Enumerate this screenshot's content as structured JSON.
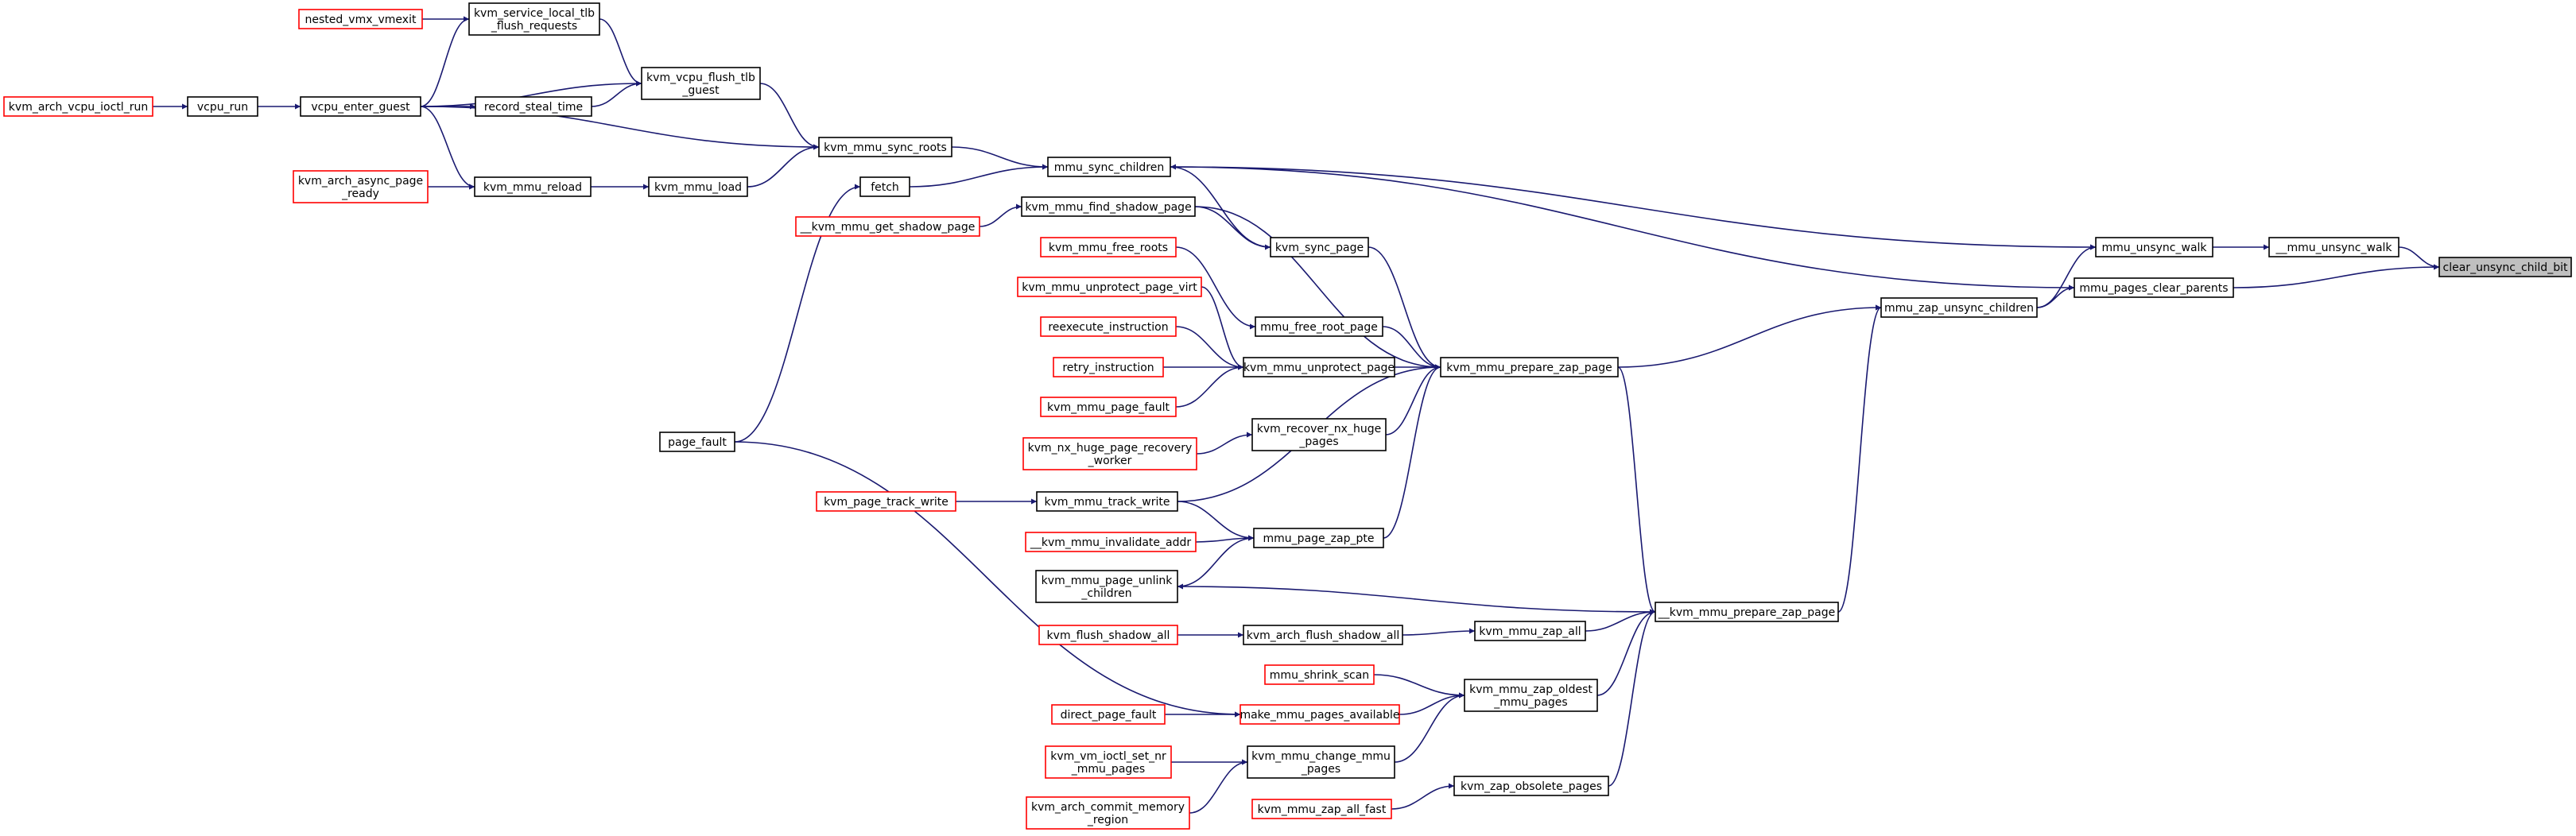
{
  "colors": {
    "edge": "#191970",
    "node_border_black": "#000000",
    "node_border_red": "#ff0000",
    "node_fill": "#ffffff",
    "root_fill": "#bfbfbf",
    "text": "#000000"
  },
  "nodes": [
    {
      "id": "clear_unsync_child_bit",
      "lines": [
        "clear_unsync_child_bit"
      ],
      "style": "root"
    },
    {
      "id": "__mmu_unsync_walk",
      "lines": [
        "__mmu_unsync_walk"
      ],
      "style": "black"
    },
    {
      "id": "mmu_unsync_walk",
      "lines": [
        "mmu_unsync_walk"
      ],
      "style": "black"
    },
    {
      "id": "mmu_pages_clear_parents",
      "lines": [
        "mmu_pages_clear_parents"
      ],
      "style": "black"
    },
    {
      "id": "mmu_zap_unsync_children",
      "lines": [
        "mmu_zap_unsync_children"
      ],
      "style": "black"
    },
    {
      "id": "mmu_sync_children",
      "lines": [
        "mmu_sync_children"
      ],
      "style": "black"
    },
    {
      "id": "kvm_mmu_sync_roots",
      "lines": [
        "kvm_mmu_sync_roots"
      ],
      "style": "black"
    },
    {
      "id": "fetch",
      "lines": [
        "fetch"
      ],
      "style": "black"
    },
    {
      "id": "kvm_mmu_find_shadow_page",
      "lines": [
        "kvm_mmu_find_shadow_page"
      ],
      "style": "black"
    },
    {
      "id": "kvm_sync_page",
      "lines": [
        "kvm_sync_page"
      ],
      "style": "black"
    },
    {
      "id": "kvm_vcpu_flush_tlb_guest",
      "lines": [
        "kvm_vcpu_flush_tlb",
        "_guest"
      ],
      "style": "black"
    },
    {
      "id": "kvm_service_local_tlb_flush_requests",
      "lines": [
        "kvm_service_local_tlb",
        "_flush_requests"
      ],
      "style": "black"
    },
    {
      "id": "nested_vmx_vmexit",
      "lines": [
        "nested_vmx_vmexit"
      ],
      "style": "red"
    },
    {
      "id": "vcpu_enter_guest",
      "lines": [
        "vcpu_enter_guest"
      ],
      "style": "black"
    },
    {
      "id": "record_steal_time",
      "lines": [
        "record_steal_time"
      ],
      "style": "black"
    },
    {
      "id": "vcpu_run",
      "lines": [
        "vcpu_run"
      ],
      "style": "black"
    },
    {
      "id": "kvm_arch_vcpu_ioctl_run",
      "lines": [
        "kvm_arch_vcpu_ioctl_run"
      ],
      "style": "red"
    },
    {
      "id": "kvm_mmu_reload",
      "lines": [
        "kvm_mmu_reload"
      ],
      "style": "black"
    },
    {
      "id": "kvm_mmu_load",
      "lines": [
        "kvm_mmu_load"
      ],
      "style": "black"
    },
    {
      "id": "kvm_arch_async_page_ready",
      "lines": [
        "kvm_arch_async_page",
        "_ready"
      ],
      "style": "red"
    },
    {
      "id": "page_fault",
      "lines": [
        "page_fault"
      ],
      "style": "black"
    },
    {
      "id": "__kvm_mmu_get_shadow_page",
      "lines": [
        "__kvm_mmu_get_shadow_page"
      ],
      "style": "red"
    },
    {
      "id": "kvm_mmu_prepare_zap_page",
      "lines": [
        "kvm_mmu_prepare_zap_page"
      ],
      "style": "black"
    },
    {
      "id": "kvm_mmu_free_roots",
      "lines": [
        "kvm_mmu_free_roots"
      ],
      "style": "red"
    },
    {
      "id": "mmu_free_root_page",
      "lines": [
        "mmu_free_root_page"
      ],
      "style": "black"
    },
    {
      "id": "kvm_mmu_unprotect_page_virt",
      "lines": [
        "kvm_mmu_unprotect_page_virt"
      ],
      "style": "red"
    },
    {
      "id": "reexecute_instruction",
      "lines": [
        "reexecute_instruction"
      ],
      "style": "red"
    },
    {
      "id": "retry_instruction",
      "lines": [
        "retry_instruction"
      ],
      "style": "red"
    },
    {
      "id": "kvm_mmu_page_fault",
      "lines": [
        "kvm_mmu_page_fault"
      ],
      "style": "red"
    },
    {
      "id": "kvm_mmu_unprotect_page",
      "lines": [
        "kvm_mmu_unprotect_page"
      ],
      "style": "black"
    },
    {
      "id": "kvm_recover_nx_huge_pages",
      "lines": [
        "kvm_recover_nx_huge",
        "_pages"
      ],
      "style": "black"
    },
    {
      "id": "kvm_nx_huge_page_recovery_worker",
      "lines": [
        "kvm_nx_huge_page_recovery",
        "_worker"
      ],
      "style": "red"
    },
    {
      "id": "kvm_page_track_write",
      "lines": [
        "kvm_page_track_write"
      ],
      "style": "red"
    },
    {
      "id": "kvm_mmu_track_write",
      "lines": [
        "kvm_mmu_track_write"
      ],
      "style": "black"
    },
    {
      "id": "__kvm_mmu_invalidate_addr",
      "lines": [
        "__kvm_mmu_invalidate_addr"
      ],
      "style": "red"
    },
    {
      "id": "mmu_page_zap_pte",
      "lines": [
        "mmu_page_zap_pte"
      ],
      "style": "black"
    },
    {
      "id": "kvm_mmu_page_unlink_children",
      "lines": [
        "kvm_mmu_page_unlink",
        "_children"
      ],
      "style": "black"
    },
    {
      "id": "__kvm_mmu_prepare_zap_page",
      "lines": [
        "__kvm_mmu_prepare_zap_page"
      ],
      "style": "black"
    },
    {
      "id": "kvm_flush_shadow_all",
      "lines": [
        "kvm_flush_shadow_all"
      ],
      "style": "red"
    },
    {
      "id": "kvm_arch_flush_shadow_all",
      "lines": [
        "kvm_arch_flush_shadow_all"
      ],
      "style": "black"
    },
    {
      "id": "kvm_mmu_zap_all",
      "lines": [
        "kvm_mmu_zap_all"
      ],
      "style": "black"
    },
    {
      "id": "mmu_shrink_scan",
      "lines": [
        "mmu_shrink_scan"
      ],
      "style": "red"
    },
    {
      "id": "kvm_mmu_zap_oldest_mmu_pages",
      "lines": [
        "kvm_mmu_zap_oldest",
        "_mmu_pages"
      ],
      "style": "black"
    },
    {
      "id": "direct_page_fault",
      "lines": [
        "direct_page_fault"
      ],
      "style": "red"
    },
    {
      "id": "make_mmu_pages_available",
      "lines": [
        "make_mmu_pages_available"
      ],
      "style": "red"
    },
    {
      "id": "kvm_vm_ioctl_set_nr_mmu_pages",
      "lines": [
        "kvm_vm_ioctl_set_nr",
        "_mmu_pages"
      ],
      "style": "red"
    },
    {
      "id": "kvm_mmu_change_mmu_pages",
      "lines": [
        "kvm_mmu_change_mmu",
        "_pages"
      ],
      "style": "black"
    },
    {
      "id": "kvm_arch_commit_memory_region",
      "lines": [
        "kvm_arch_commit_memory",
        "_region"
      ],
      "style": "red"
    },
    {
      "id": "kvm_mmu_zap_all_fast",
      "lines": [
        "kvm_mmu_zap_all_fast"
      ],
      "style": "red"
    },
    {
      "id": "kvm_zap_obsolete_pages",
      "lines": [
        "kvm_zap_obsolete_pages"
      ],
      "style": "black"
    }
  ],
  "edges": [
    {
      "from": "__mmu_unsync_walk",
      "to": "clear_unsync_child_bit"
    },
    {
      "from": "mmu_pages_clear_parents",
      "to": "clear_unsync_child_bit"
    },
    {
      "from": "mmu_unsync_walk",
      "to": "__mmu_unsync_walk"
    },
    {
      "from": "mmu_sync_children",
      "to": "mmu_unsync_walk"
    },
    {
      "from": "mmu_zap_unsync_children",
      "to": "mmu_unsync_walk"
    },
    {
      "from": "mmu_sync_children",
      "to": "mmu_pages_clear_parents"
    },
    {
      "from": "mmu_zap_unsync_children",
      "to": "mmu_pages_clear_parents"
    },
    {
      "from": "kvm_mmu_prepare_zap_page",
      "to": "mmu_zap_unsync_children"
    },
    {
      "from": "__kvm_mmu_prepare_zap_page",
      "to": "mmu_zap_unsync_children"
    },
    {
      "from": "kvm_mmu_sync_roots",
      "to": "mmu_sync_children"
    },
    {
      "from": "fetch",
      "to": "mmu_sync_children"
    },
    {
      "from": "kvm_sync_page",
      "to": "mmu_sync_children"
    },
    {
      "from": "kvm_vcpu_flush_tlb_guest",
      "to": "kvm_mmu_sync_roots"
    },
    {
      "from": "vcpu_enter_guest",
      "to": "kvm_mmu_sync_roots"
    },
    {
      "from": "kvm_mmu_load",
      "to": "kvm_mmu_sync_roots"
    },
    {
      "from": "kvm_service_local_tlb_flush_requests",
      "to": "kvm_vcpu_flush_tlb_guest"
    },
    {
      "from": "vcpu_enter_guest",
      "to": "kvm_vcpu_flush_tlb_guest"
    },
    {
      "from": "record_steal_time",
      "to": "kvm_vcpu_flush_tlb_guest"
    },
    {
      "from": "nested_vmx_vmexit",
      "to": "kvm_service_local_tlb_flush_requests"
    },
    {
      "from": "vcpu_enter_guest",
      "to": "kvm_service_local_tlb_flush_requests"
    },
    {
      "from": "vcpu_enter_guest",
      "to": "record_steal_time"
    },
    {
      "from": "vcpu_run",
      "to": "vcpu_enter_guest"
    },
    {
      "from": "kvm_arch_vcpu_ioctl_run",
      "to": "vcpu_run"
    },
    {
      "from": "vcpu_enter_guest",
      "to": "kvm_mmu_reload"
    },
    {
      "from": "kvm_arch_async_page_ready",
      "to": "kvm_mmu_reload"
    },
    {
      "from": "kvm_mmu_reload",
      "to": "kvm_mmu_load"
    },
    {
      "from": "page_fault",
      "to": "fetch"
    },
    {
      "from": "kvm_mmu_find_shadow_page",
      "to": "kvm_sync_page"
    },
    {
      "from": "__kvm_mmu_get_shadow_page",
      "to": "kvm_mmu_find_shadow_page"
    },
    {
      "from": "kvm_mmu_find_shadow_page",
      "to": "kvm_mmu_prepare_zap_page"
    },
    {
      "from": "kvm_sync_page",
      "to": "kvm_mmu_prepare_zap_page"
    },
    {
      "from": "mmu_free_root_page",
      "to": "kvm_mmu_prepare_zap_page"
    },
    {
      "from": "kvm_mmu_unprotect_page",
      "to": "kvm_mmu_prepare_zap_page"
    },
    {
      "from": "kvm_recover_nx_huge_pages",
      "to": "kvm_mmu_prepare_zap_page"
    },
    {
      "from": "kvm_mmu_track_write",
      "to": "kvm_mmu_prepare_zap_page"
    },
    {
      "from": "mmu_page_zap_pte",
      "to": "kvm_mmu_prepare_zap_page"
    },
    {
      "from": "kvm_mmu_free_roots",
      "to": "mmu_free_root_page"
    },
    {
      "from": "kvm_mmu_unprotect_page_virt",
      "to": "kvm_mmu_unprotect_page"
    },
    {
      "from": "reexecute_instruction",
      "to": "kvm_mmu_unprotect_page"
    },
    {
      "from": "retry_instruction",
      "to": "kvm_mmu_unprotect_page"
    },
    {
      "from": "kvm_mmu_page_fault",
      "to": "kvm_mmu_unprotect_page"
    },
    {
      "from": "kvm_nx_huge_page_recovery_worker",
      "to": "kvm_recover_nx_huge_pages"
    },
    {
      "from": "kvm_page_track_write",
      "to": "kvm_mmu_track_write"
    },
    {
      "from": "kvm_mmu_track_write",
      "to": "mmu_page_zap_pte"
    },
    {
      "from": "__kvm_mmu_invalidate_addr",
      "to": "mmu_page_zap_pte"
    },
    {
      "from": "kvm_mmu_page_unlink_children",
      "to": "mmu_page_zap_pte"
    },
    {
      "from": "__kvm_mmu_prepare_zap_page",
      "to": "kvm_mmu_page_unlink_children"
    },
    {
      "from": "kvm_mmu_prepare_zap_page",
      "to": "__kvm_mmu_prepare_zap_page"
    },
    {
      "from": "kvm_mmu_zap_all",
      "to": "__kvm_mmu_prepare_zap_page"
    },
    {
      "from": "kvm_mmu_zap_oldest_mmu_pages",
      "to": "__kvm_mmu_prepare_zap_page"
    },
    {
      "from": "kvm_zap_obsolete_pages",
      "to": "__kvm_mmu_prepare_zap_page"
    },
    {
      "from": "kvm_flush_shadow_all",
      "to": "kvm_arch_flush_shadow_all"
    },
    {
      "from": "kvm_arch_flush_shadow_all",
      "to": "kvm_mmu_zap_all"
    },
    {
      "from": "mmu_shrink_scan",
      "to": "kvm_mmu_zap_oldest_mmu_pages"
    },
    {
      "from": "make_mmu_pages_available",
      "to": "kvm_mmu_zap_oldest_mmu_pages"
    },
    {
      "from": "kvm_mmu_change_mmu_pages",
      "to": "kvm_mmu_zap_oldest_mmu_pages"
    },
    {
      "from": "page_fault",
      "to": "make_mmu_pages_available"
    },
    {
      "from": "direct_page_fault",
      "to": "make_mmu_pages_available"
    },
    {
      "from": "kvm_vm_ioctl_set_nr_mmu_pages",
      "to": "kvm_mmu_change_mmu_pages"
    },
    {
      "from": "kvm_arch_commit_memory_region",
      "to": "kvm_mmu_change_mmu_pages"
    },
    {
      "from": "kvm_mmu_zap_all_fast",
      "to": "kvm_zap_obsolete_pages"
    }
  ]
}
